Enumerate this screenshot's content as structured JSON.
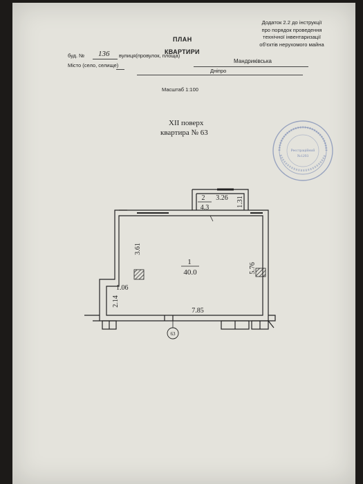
{
  "header_note": {
    "line1": "Додаток 2.2 до інструкції",
    "line2": "про порядок проведення",
    "line3": "технічної інвентаризації",
    "line4": "об'єктів нерухомого майна"
  },
  "title": {
    "line1": "ПЛАН",
    "line2": "КВАРТИРИ"
  },
  "address": {
    "building_label": "буд. №",
    "building_number": "136",
    "street_label": "вулиця(провулок, площа)",
    "street_value": "Мандриківська",
    "city_label": "Місто (село, селище)",
    "city_value": "Дніпро"
  },
  "scale": "Масштаб 1:100",
  "floor": "XII поверх",
  "apartment": "квартира № 63",
  "stamp": {
    "reg_label": "Реєстраційний",
    "reg_number": "№1293"
  },
  "plan": {
    "room1": {
      "number": "1",
      "area": "40.0"
    },
    "room2": {
      "number": "2",
      "area": "4.3"
    },
    "dims": {
      "top_room2": "3.26",
      "right_room2": "1.31",
      "left_upper": "3.61",
      "right_main": "5.76",
      "step": "1.06",
      "left_lower": "2.14",
      "bottom": "7.85"
    },
    "marker": "63"
  },
  "colors": {
    "paper": "#e4e3dc",
    "ink": "#222222",
    "stamp": "#5a6fa8"
  }
}
